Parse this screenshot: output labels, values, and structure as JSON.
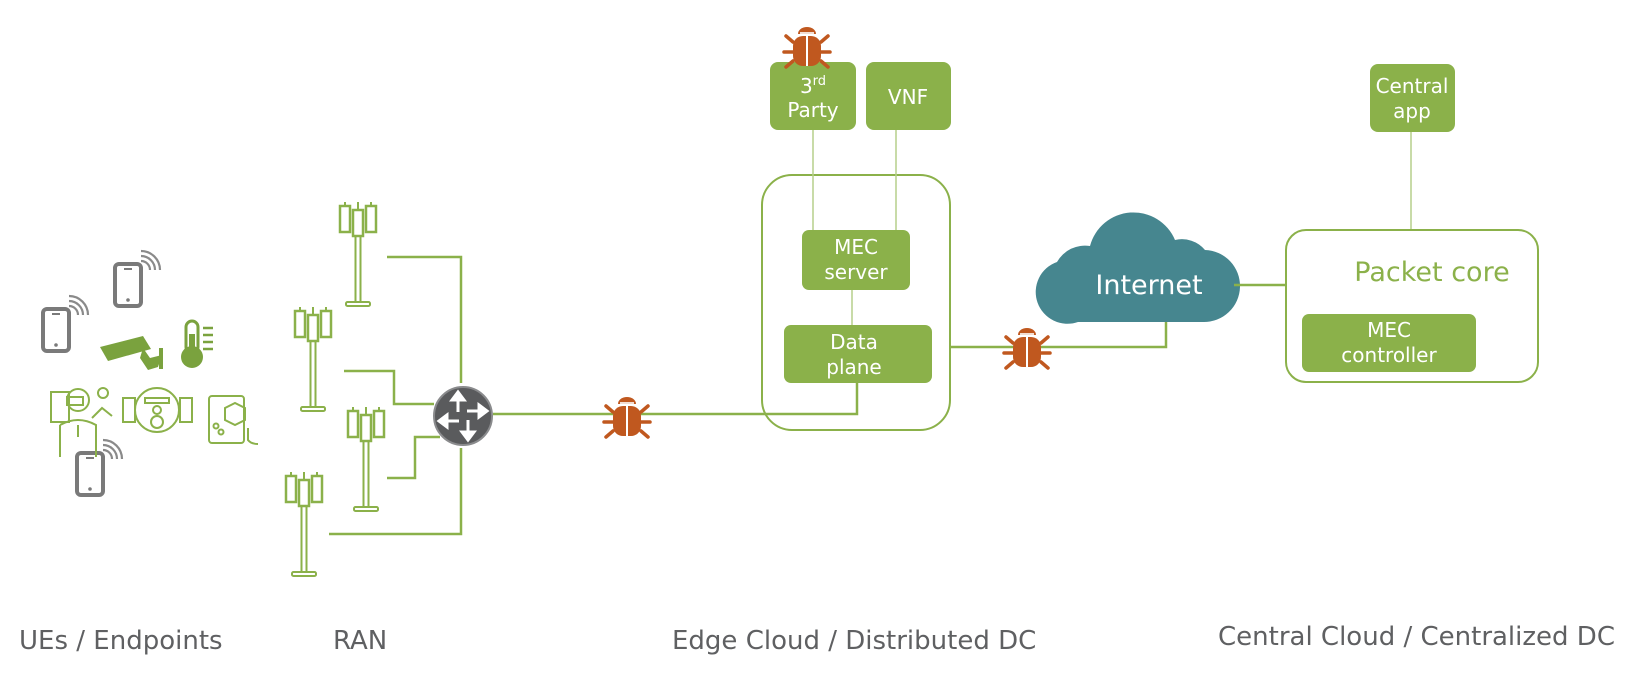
{
  "colors": {
    "green": "#8bb14a",
    "green_line": "#8bb14a",
    "thin_line": "#b5cf8a",
    "gray_device": "#6f6f6f",
    "router": "#5a5b5d",
    "cloud": "#46868f",
    "bug": "#c0581f",
    "label_gray": "#5f6062"
  },
  "sections": {
    "ues": "UEs / Endpoints",
    "ran": "RAN",
    "edge": "Edge Cloud / Distributed DC",
    "central": "Central Cloud / Centralized DC"
  },
  "edge_cloud": {
    "third_party": {
      "line1_base": "3",
      "line1_sup": "rd",
      "line2": "Party"
    },
    "vnf": "VNF",
    "mec_server": [
      "MEC",
      "server"
    ],
    "data_plane": [
      "Data",
      "plane"
    ]
  },
  "internet": {
    "label": "Internet"
  },
  "central_cloud": {
    "central_app": [
      "Central",
      "app"
    ],
    "packet_core": "Packet core",
    "mec_controller": [
      "MEC",
      "controller"
    ]
  },
  "icons": {
    "ue_devices": [
      "smartphone-icon",
      "smartphone-icon",
      "security-camera-icon",
      "thermometer-icon",
      "vr-user-icon",
      "water-meter-icon",
      "ar-tablet-icon",
      "smartphone-icon"
    ],
    "ran_towers": 4,
    "router": "router-icon",
    "threats": [
      "bug-icon",
      "bug-icon",
      "bug-icon"
    ]
  }
}
